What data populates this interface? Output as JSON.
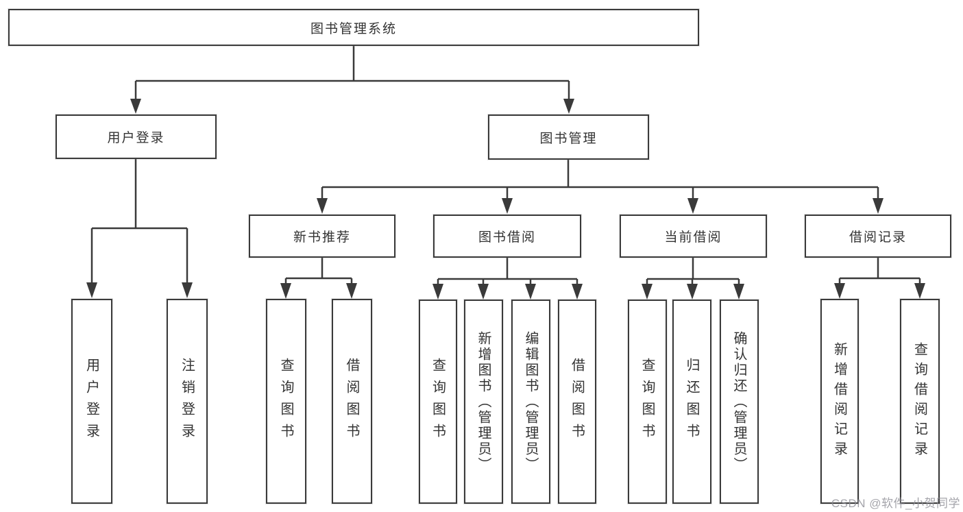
{
  "diagram": {
    "root": {
      "label": "图书管理系统"
    },
    "level2": [
      {
        "label": "用户登录"
      },
      {
        "label": "图书管理"
      }
    ],
    "level3": [
      {
        "label": "新书推荐"
      },
      {
        "label": "图书借阅"
      },
      {
        "label": "当前借阅"
      },
      {
        "label": "借阅记录"
      }
    ],
    "leaves": [
      {
        "label": "用户登录"
      },
      {
        "label": "注销登录"
      },
      {
        "label": "查询图书"
      },
      {
        "label": "借阅图书"
      },
      {
        "label": "查询图书"
      },
      {
        "label": "新增图书（管理员）"
      },
      {
        "label": "编辑图书（管理员）"
      },
      {
        "label": "借阅图书"
      },
      {
        "label": "查询图书"
      },
      {
        "label": "归还图书"
      },
      {
        "label": "确认归还（管理员）"
      },
      {
        "label": "新增借阅记录"
      },
      {
        "label": "查询借阅记录"
      }
    ]
  },
  "watermark": {
    "text": "CSDN @软件_小贺同学"
  },
  "colors": {
    "line": "#3a3a3a",
    "box_border": "#3a3a3a",
    "text": "#333333",
    "background": "#ffffff",
    "watermark": "#8e8e96"
  }
}
